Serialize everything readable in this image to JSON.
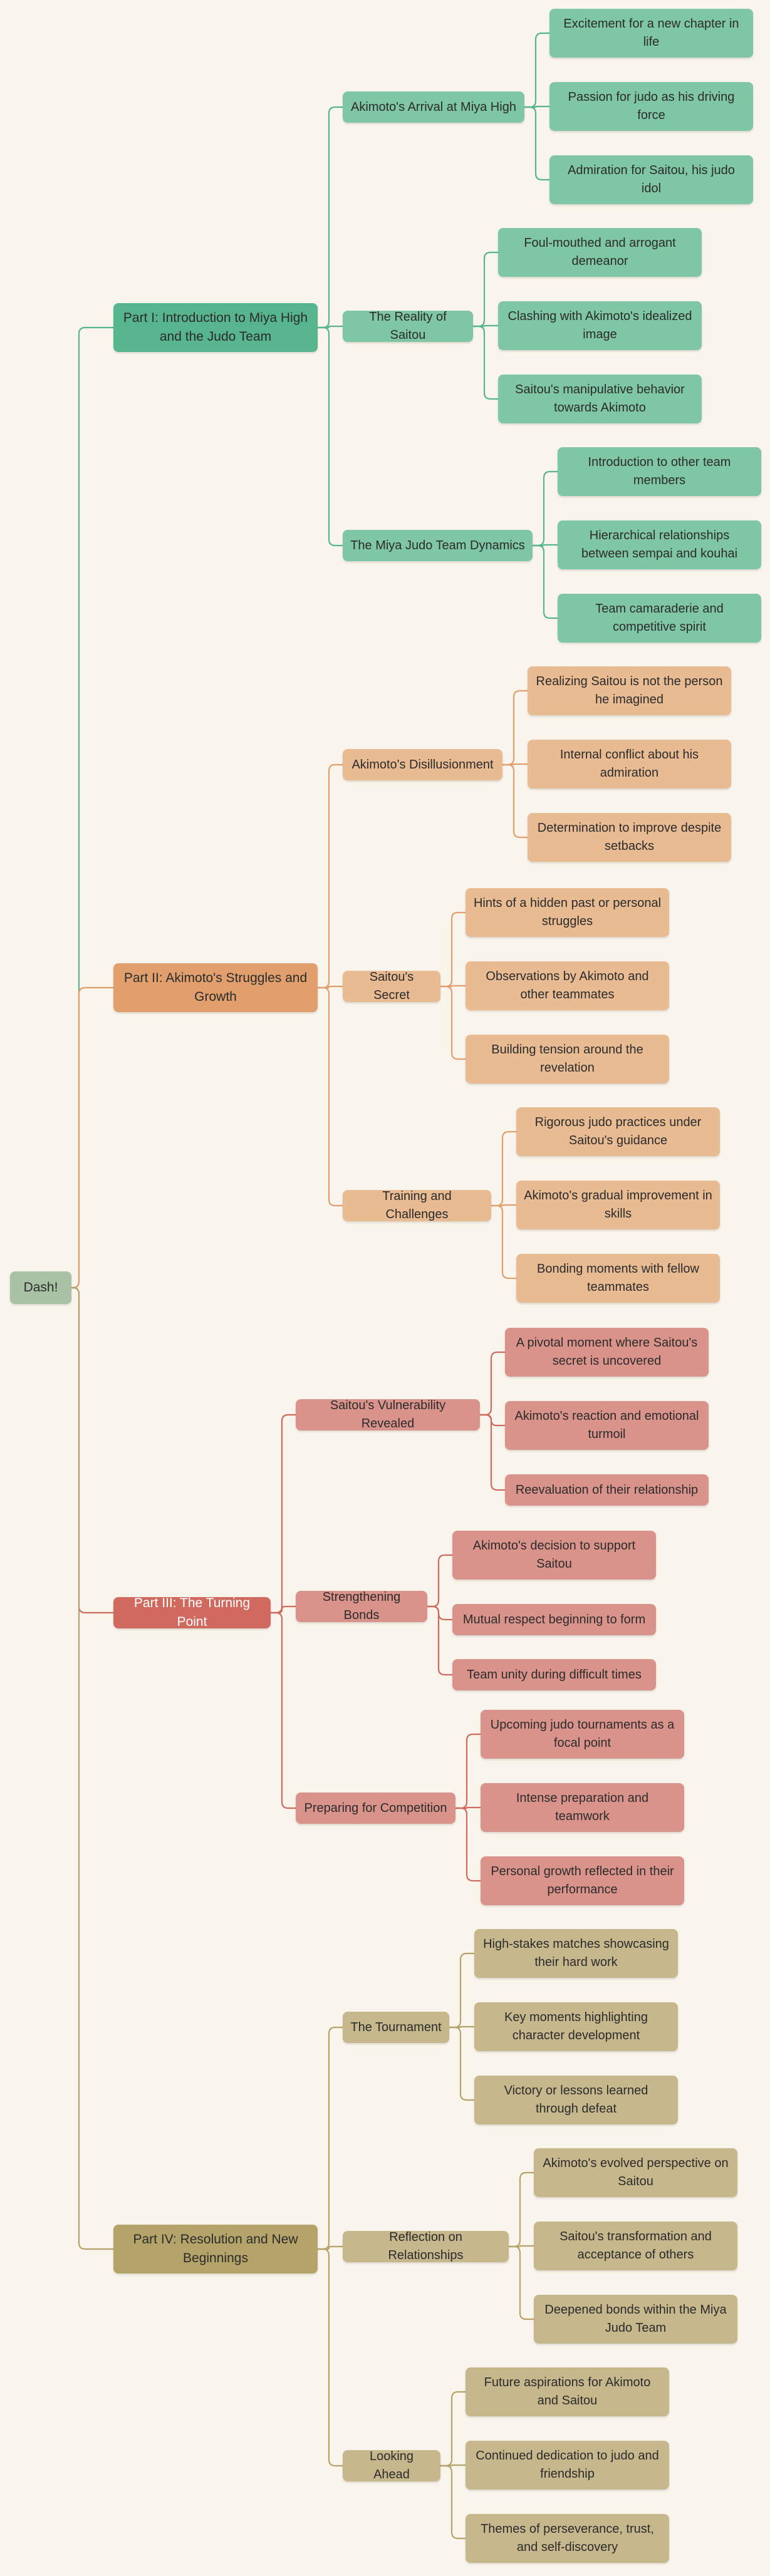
{
  "root": "Dash!",
  "colors": {
    "part1": "#56b48e",
    "part2": "#e09f6d",
    "part3": "#d06a5f",
    "part4": "#b5a469"
  },
  "parts": [
    {
      "label": "Part I: Introduction to Miya High and the Judo Team",
      "subs": [
        {
          "label": "Akimoto's Arrival at Miya High",
          "leaves": [
            "Excitement for a new chapter in life",
            "Passion for judo as his driving force",
            "Admiration for Saitou, his judo idol"
          ]
        },
        {
          "label": "The Reality of Saitou",
          "leaves": [
            "Foul-mouthed and arrogant demeanor",
            "Clashing with Akimoto's idealized image",
            "Saitou's manipulative behavior towards Akimoto"
          ]
        },
        {
          "label": "The Miya Judo Team Dynamics",
          "leaves": [
            "Introduction to other team members",
            "Hierarchical relationships between sempai and kouhai",
            "Team camaraderie and competitive spirit"
          ]
        }
      ]
    },
    {
      "label": "Part II: Akimoto's Struggles and Growth",
      "subs": [
        {
          "label": "Akimoto's Disillusionment",
          "leaves": [
            "Realizing Saitou is not the person he imagined",
            "Internal conflict about his admiration",
            "Determination to improve despite setbacks"
          ]
        },
        {
          "label": "Saitou's Secret",
          "leaves": [
            "Hints of a hidden past or personal struggles",
            "Observations by Akimoto and other teammates",
            "Building tension around the revelation"
          ]
        },
        {
          "label": "Training and Challenges",
          "leaves": [
            "Rigorous judo practices under Saitou's guidance",
            "Akimoto's gradual improvement in skills",
            "Bonding moments with fellow teammates"
          ]
        }
      ]
    },
    {
      "label": "Part III: The Turning Point",
      "subs": [
        {
          "label": "Saitou's Vulnerability Revealed",
          "leaves": [
            "A pivotal moment where Saitou's secret is uncovered",
            "Akimoto's reaction and emotional turmoil",
            "Reevaluation of their relationship"
          ]
        },
        {
          "label": "Strengthening Bonds",
          "leaves": [
            "Akimoto's decision to support Saitou",
            "Mutual respect beginning to form",
            "Team unity during difficult times"
          ]
        },
        {
          "label": "Preparing for Competition",
          "leaves": [
            "Upcoming judo tournaments as a focal point",
            "Intense preparation and teamwork",
            "Personal growth reflected in their performance"
          ]
        }
      ]
    },
    {
      "label": "Part IV: Resolution and New Beginnings",
      "subs": [
        {
          "label": "The Tournament",
          "leaves": [
            "High-stakes matches showcasing their hard work",
            "Key moments highlighting character development",
            "Victory or lessons learned through defeat"
          ]
        },
        {
          "label": "Reflection on Relationships",
          "leaves": [
            "Akimoto's evolved perspective on Saitou",
            "Saitou's transformation and acceptance of others",
            "Deepened bonds within the Miya Judo Team"
          ]
        },
        {
          "label": "Looking Ahead",
          "leaves": [
            "Future aspirations for Akimoto and Saitou",
            "Continued dedication to judo and friendship",
            "Themes of perseverance, trust, and self-discovery"
          ]
        }
      ]
    }
  ]
}
